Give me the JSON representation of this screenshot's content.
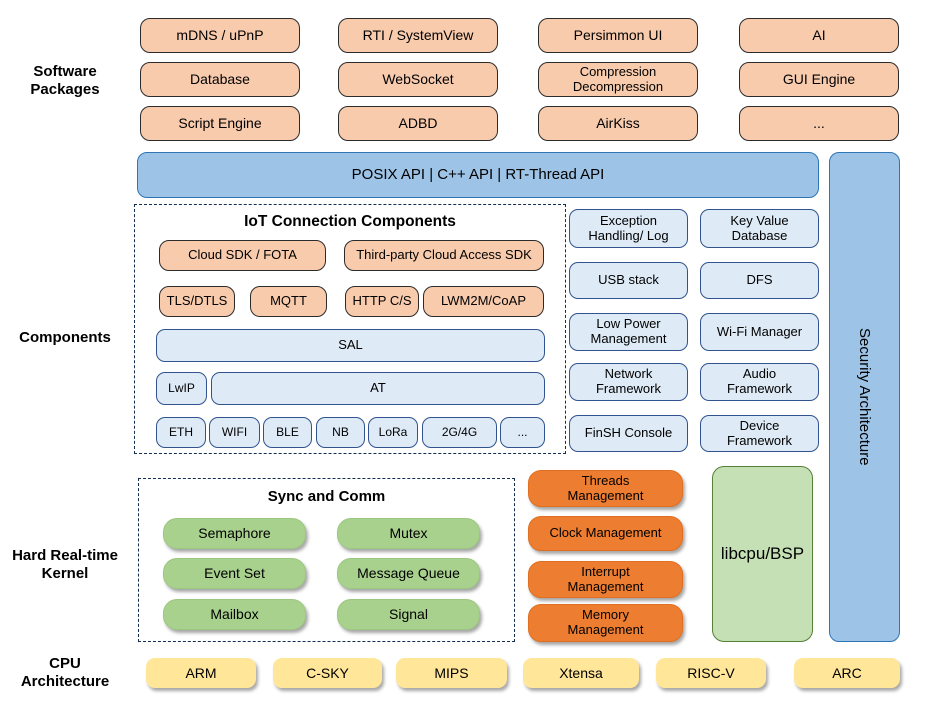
{
  "section_labels": {
    "software_packages": "Software\nPackages",
    "components": "Components",
    "kernel": "Hard Real-time\nKernel",
    "cpu": "CPU\nArchitecture"
  },
  "software_packages": {
    "rows": [
      [
        "mDNS / uPnP",
        "RTI / SystemView",
        "Persimmon UI",
        "AI"
      ],
      [
        "Database",
        "WebSocket",
        "Compression\nDecompression",
        "GUI Engine"
      ],
      [
        "Script Engine",
        "ADBD",
        "AirKiss",
        "..."
      ]
    ]
  },
  "api_bar": {
    "label": "POSIX API | C++ API | RT-Thread API"
  },
  "security_bar": {
    "label": "Security Architecture"
  },
  "iot_box": {
    "title": "IoT Connection Components",
    "sdk_row": [
      "Cloud SDK / FOTA",
      "Third-party Cloud Access SDK"
    ],
    "protocol_row": [
      "TLS/DTLS",
      "MQTT",
      "HTTP C/S",
      "LWM2M/CoAP"
    ],
    "sal": "SAL",
    "lwip": "LwIP",
    "at": "AT",
    "links": [
      "ETH",
      "WIFI",
      "BLE",
      "NB",
      "LoRa",
      "2G/4G",
      "..."
    ]
  },
  "component_grid": {
    "rows": [
      [
        "Exception\nHandling/ Log",
        "Key Value\nDatabase"
      ],
      [
        "USB stack",
        "DFS"
      ],
      [
        "Low Power\nManagement",
        "Wi-Fi Manager"
      ],
      [
        "Network\nFramework",
        "Audio\nFramework"
      ],
      [
        "FinSH Console",
        "Device\nFramework"
      ]
    ]
  },
  "kernel": {
    "sync_box_title": "Sync and Comm",
    "sync_items": [
      [
        "Semaphore",
        "Mutex"
      ],
      [
        "Event Set",
        "Message Queue"
      ],
      [
        "Mailbox",
        "Signal"
      ]
    ],
    "mgmt_items": [
      "Threads\nManagement",
      "Clock Management",
      "Interrupt\nManagement",
      "Memory\nManagement"
    ],
    "libcpu": "libcpu/BSP"
  },
  "cpu_row": [
    "ARM",
    "C-SKY",
    "MIPS",
    "Xtensa",
    "RISC-V",
    "ARC"
  ],
  "colors": {
    "package_fill": "#F8CBAD",
    "api_bar_fill": "#9DC3E6",
    "api_bar_border": "#2E75B6",
    "component_fill": "#DEEBF7",
    "component_border": "#31538F",
    "dashed_border": "#122E4F",
    "kernel_green": "#A9D18E",
    "kernel_orange": "#ED7D31",
    "libcpu_fill": "#C5E0B4",
    "libcpu_border": "#538135",
    "cpu_fill": "#FFE699"
  }
}
